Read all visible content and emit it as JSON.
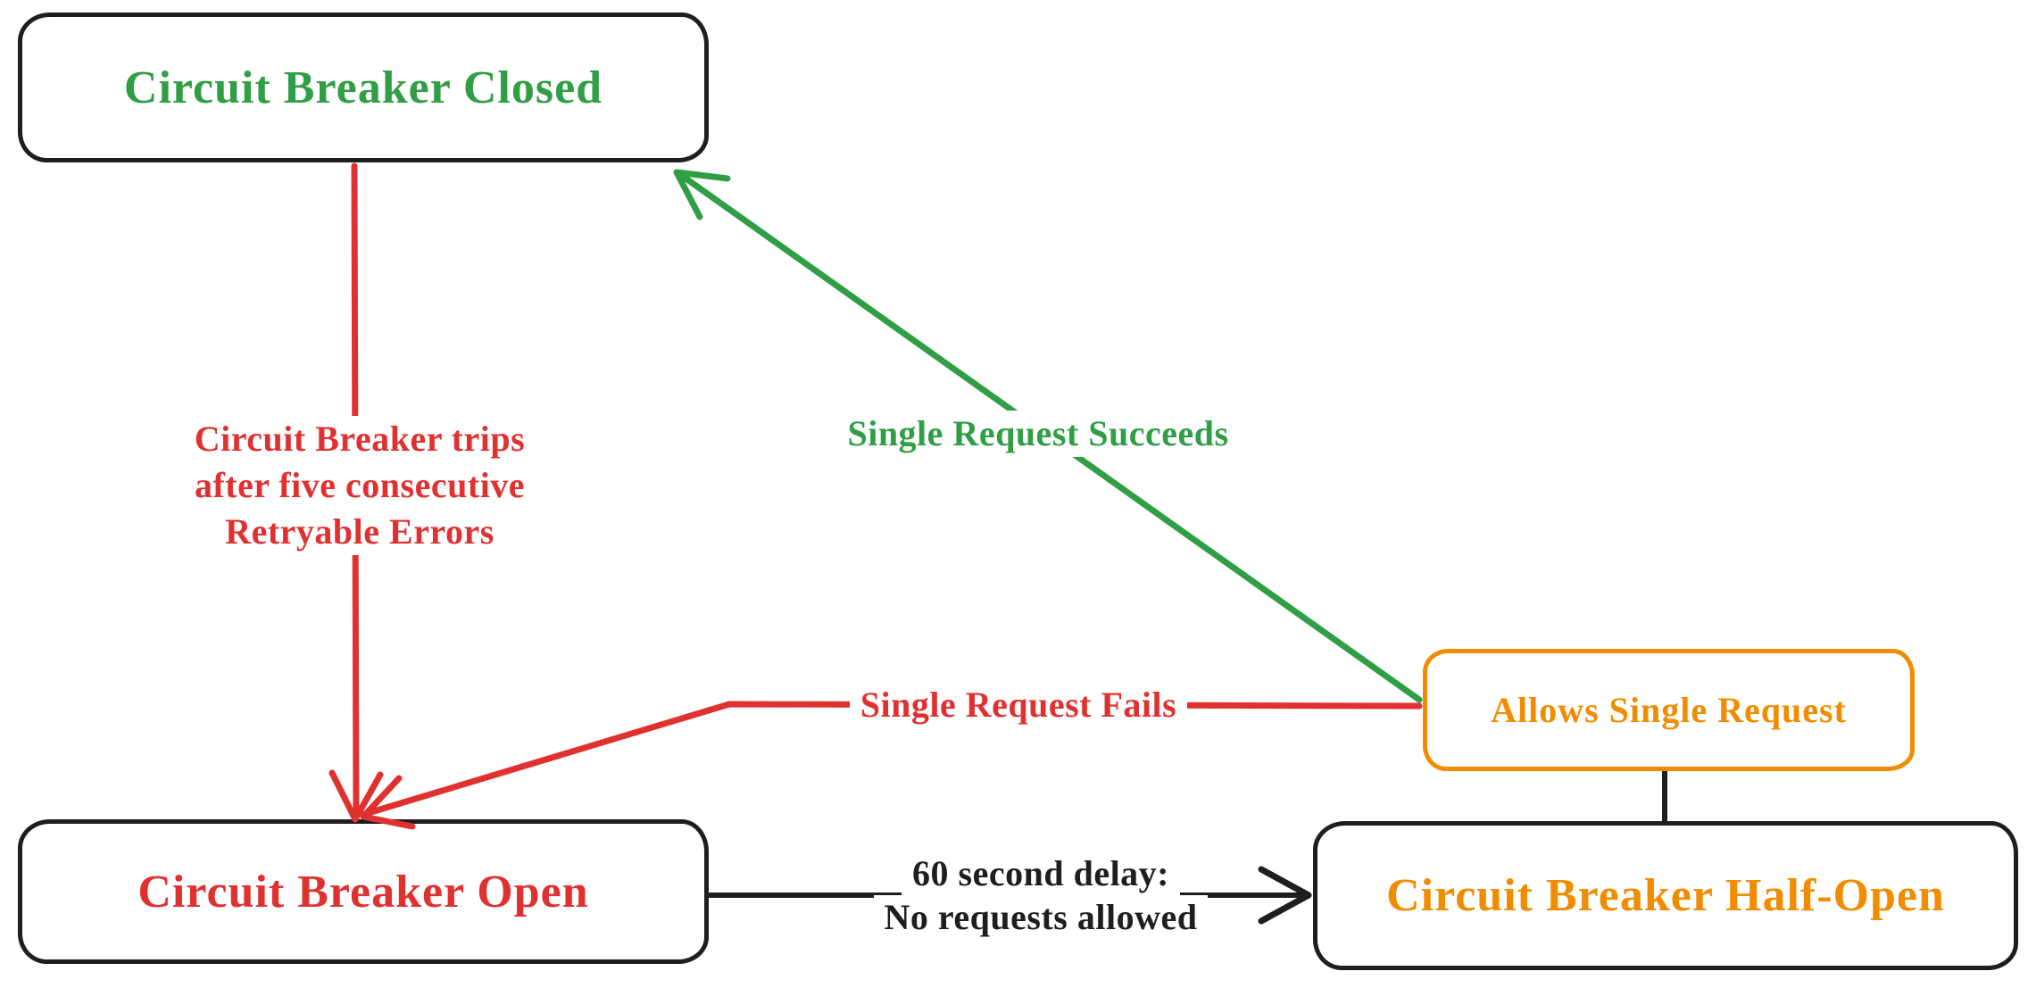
{
  "diagram": {
    "type": "state-diagram",
    "subject": "circuit-breaker",
    "nodes": {
      "closed": {
        "label": "Circuit Breaker Closed",
        "text_color": "#2f9e44",
        "border_color": "#1e1e1e"
      },
      "open": {
        "label": "Circuit Breaker Open",
        "text_color": "#e03131",
        "border_color": "#1e1e1e"
      },
      "half_open": {
        "label": "Circuit Breaker Half-Open",
        "text_color": "#f08c00",
        "border_color": "#1e1e1e"
      },
      "allows": {
        "label": "Allows Single Request",
        "text_color": "#f08c00",
        "border_color": "#f08c00"
      }
    },
    "edges": {
      "trips": {
        "from": "closed",
        "to": "open",
        "color": "#e03131",
        "lines": [
          "Circuit Breaker trips",
          "after five consecutive",
          "Retryable Errors"
        ]
      },
      "succeeds": {
        "from": "allows",
        "to": "closed",
        "color": "#2f9e44",
        "label": "Single Request Succeeds"
      },
      "fails": {
        "from": "allows",
        "to": "open",
        "color": "#e03131",
        "label": "Single Request Fails"
      },
      "delay": {
        "from": "open",
        "to": "half_open",
        "color": "#1e1e1e",
        "lines": [
          "60 second delay:",
          "No requests allowed"
        ]
      },
      "half_open_to_allows": {
        "from": "half_open",
        "to": "allows",
        "color": "#1e1e1e",
        "label": ""
      }
    },
    "colors": {
      "green": "#2f9e44",
      "red": "#e03131",
      "orange": "#f08c00",
      "ink": "#1e1e1e",
      "background": "#ffffff"
    }
  }
}
